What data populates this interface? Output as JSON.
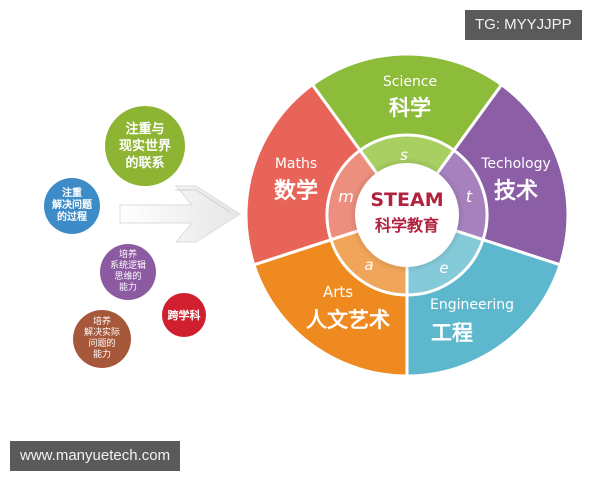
{
  "watermarks": {
    "top_right": "TG: MYYJJPP",
    "bottom_left": "www.manyuetech.com"
  },
  "bubbles": [
    {
      "id": "real-world",
      "text": "注重与\n现实世界\n的联系",
      "color": "#8db433"
    },
    {
      "id": "problem-process",
      "text": "注重\n解决问题\n的过程",
      "color": "#3d8cc8"
    },
    {
      "id": "logic",
      "text": "培养\n系统逻辑\n思维的\n能力",
      "color": "#8c5aa0"
    },
    {
      "id": "cross",
      "text": "跨学科",
      "color": "#d02030"
    },
    {
      "id": "practical",
      "text": "培养\n解决实际\n问题的\n能力",
      "color": "#a8583a"
    }
  ],
  "wheel": {
    "center": {
      "title": "STEAM",
      "subtitle": "科学教育",
      "color": "#b0223e"
    },
    "segments": [
      {
        "id": "science",
        "en": "Science",
        "zh": "科学",
        "letter": "s",
        "color": "#8dbb3a",
        "inner": "#a9cf62"
      },
      {
        "id": "technology",
        "en": "Techology",
        "zh": "技术",
        "letter": "t",
        "color": "#8b5ea6",
        "inner": "#a781bd"
      },
      {
        "id": "engineering",
        "en": "Engineering",
        "zh": "工程",
        "letter": "e",
        "color": "#5db7cd",
        "inner": "#85cad9"
      },
      {
        "id": "arts",
        "en": "Arts",
        "zh": "人文艺术",
        "letter": "a",
        "color": "#ee8a1f",
        "inner": "#f0a55a"
      },
      {
        "id": "maths",
        "en": "Maths",
        "zh": "数学",
        "letter": "m",
        "color": "#e86458",
        "inner": "#ec8f7e"
      }
    ]
  }
}
